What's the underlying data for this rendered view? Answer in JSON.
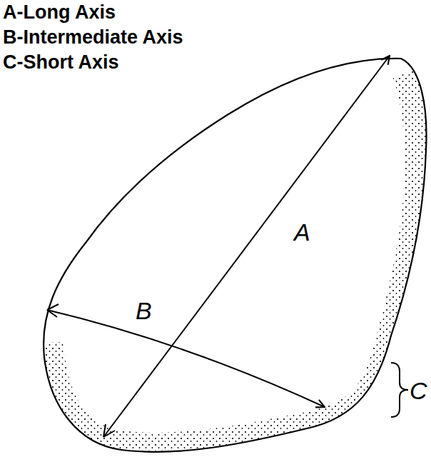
{
  "diagram": {
    "labels": [
      "A-Long Axis",
      "B-Intermediate Axis",
      "C-Short Axis",
      "A",
      "B",
      "C"
    ]
  }
}
